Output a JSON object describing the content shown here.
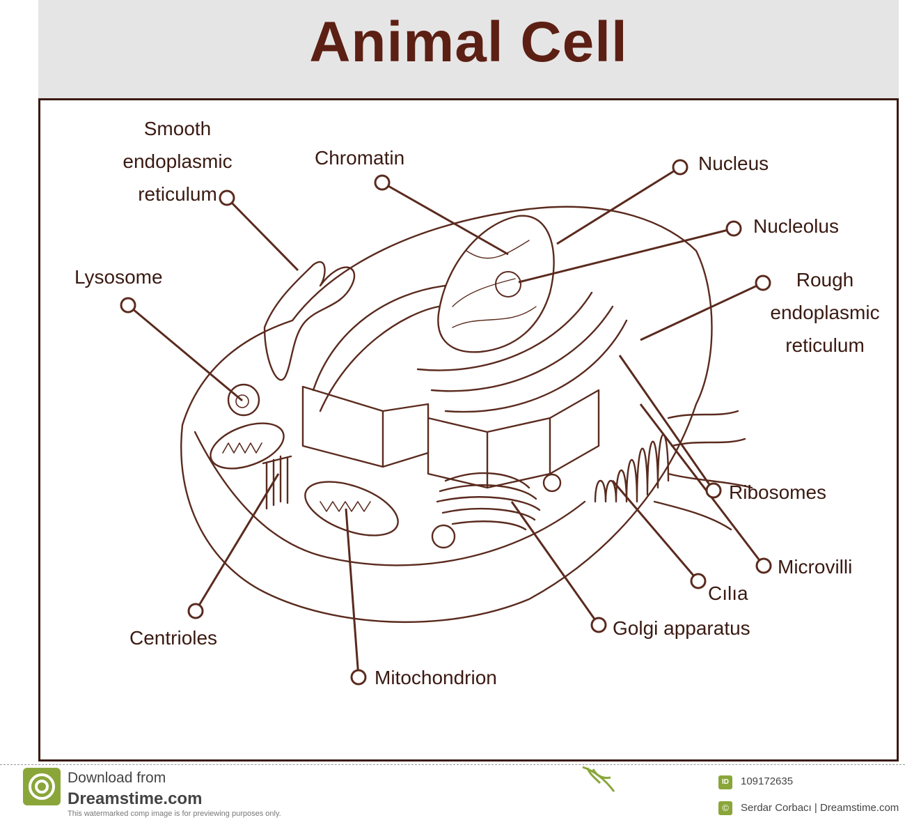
{
  "title": "Animal Cell",
  "colors": {
    "ink": "#5c1f14",
    "line": "#5a2a1e",
    "band": "#e6e5e5",
    "accent": "#8aa63a"
  },
  "labels": {
    "smooth_er": "Smooth\nendoplasmic\nreticulum",
    "chromatin": "Chromatin",
    "nucleus": "Nucleus",
    "nucleolus": "Nucleolus",
    "rough_er": "Rough\nendoplasmic\nreticulum",
    "lysosome": "Lysosome",
    "ribosomes": "Ribosomes",
    "microvilli": "Microvilli",
    "cilia": "Cılıa",
    "golgi": "Golgi apparatus",
    "centrioles": "Centrioles",
    "mitochondrion": "Mitochondrion"
  },
  "watermark": {
    "download": "Download from",
    "site": "Dreamstime.com",
    "note": "This watermarked comp image is for previewing purposes only.",
    "id_badge": "ID",
    "id": "109172635",
    "credit_badge": "©",
    "credit": "Serdar Corbacı | Dreamstime.com"
  }
}
